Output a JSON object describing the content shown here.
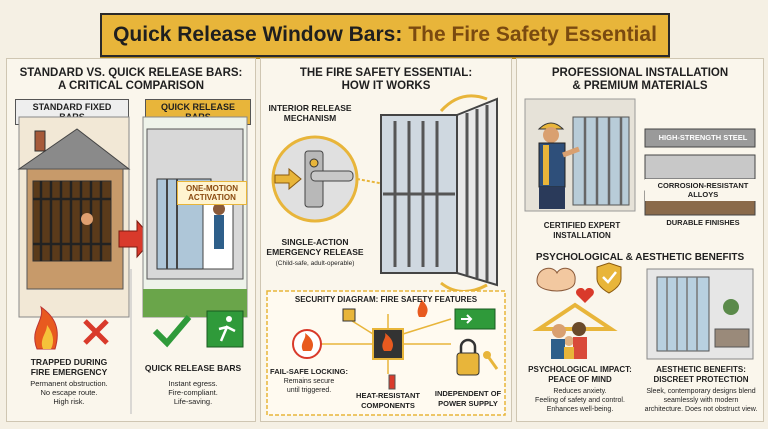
{
  "banner": {
    "title_part1": "Quick Release Window Bars:",
    "title_part2": "The Fire Safety Essential"
  },
  "panel1": {
    "title_line1": "STANDARD VS. QUICK RELEASE BARS:",
    "title_line2": "A CRITICAL COMPARISON",
    "left_tag": "STANDARD FIXED BARS",
    "right_tag": "QUICK RELEASE BARS",
    "callout_line1": "ONE-MOTION",
    "callout_line2": "ACTIVATION",
    "left_caption_line1": "TRAPPED DURING",
    "left_caption_line2": "FIRE EMERGENCY",
    "left_note_line1": "Permanent obstruction.",
    "left_note_line2": "No escape route.",
    "left_note_line3": "High risk.",
    "right_caption": "QUICK RELEASE BARS",
    "right_note_line1": "Instant egress.",
    "right_note_line2": "Fire-compliant.",
    "right_note_line3": "Life-saving."
  },
  "panel2": {
    "title_line1": "THE FIRE SAFETY ESSENTIAL:",
    "title_line2": "HOW IT WORKS",
    "mech_line1": "INTERIOR RELEASE",
    "mech_line2": "MECHANISM",
    "release_line1": "SINGLE-ACTION",
    "release_line2": "EMERGENCY RELEASE",
    "release_note": "(Child-safe, adult-operable)",
    "diagram_title": "SECURITY DIAGRAM: FIRE SAFETY FEATURES",
    "failsafe_line1": "FAIL-SAFE LOCKING:",
    "failsafe_line2": "Remains secure",
    "failsafe_line3": "until triggered.",
    "heat_line1": "HEAT-RESISTANT",
    "heat_line2": "COMPONENTS",
    "power_line1": "INDEPENDENT OF",
    "power_line2": "POWER SUPPLY"
  },
  "panel3": {
    "title_line1": "PROFESSIONAL INSTALLATION",
    "title_line2": "& PREMIUM MATERIALS",
    "mat1": "HIGH-STRENGTH STEEL",
    "mat2": "CORROSION-RESISTANT ALLOYS",
    "mat3": "DURABLE FINISHES",
    "install_line1": "CERTIFIED EXPERT",
    "install_line2": "INSTALLATION",
    "benefits_title": "PSYCHOLOGICAL & AESTHETIC BENEFITS",
    "psych_line1": "PSYCHOLOGICAL IMPACT:",
    "psych_line2": "PEACE OF MIND",
    "psych_note_line1": "Reduces anxiety.",
    "psych_note_line2": "Feeling of safety and control.",
    "psych_note_line3": "Enhances well-being.",
    "aes_line1": "AESTHETIC BENEFITS:",
    "aes_line2": "DISCREET PROTECTION",
    "aes_note_line1": "Sleek, contemporary designs blend",
    "aes_note_line2": "seamlessly with modern",
    "aes_note_line3": "architecture. Does not obstruct view."
  },
  "colors": {
    "accent": "#e8b53a",
    "danger": "#d93a2b",
    "safe": "#2f9a3a",
    "ink": "#1f1f1f"
  }
}
